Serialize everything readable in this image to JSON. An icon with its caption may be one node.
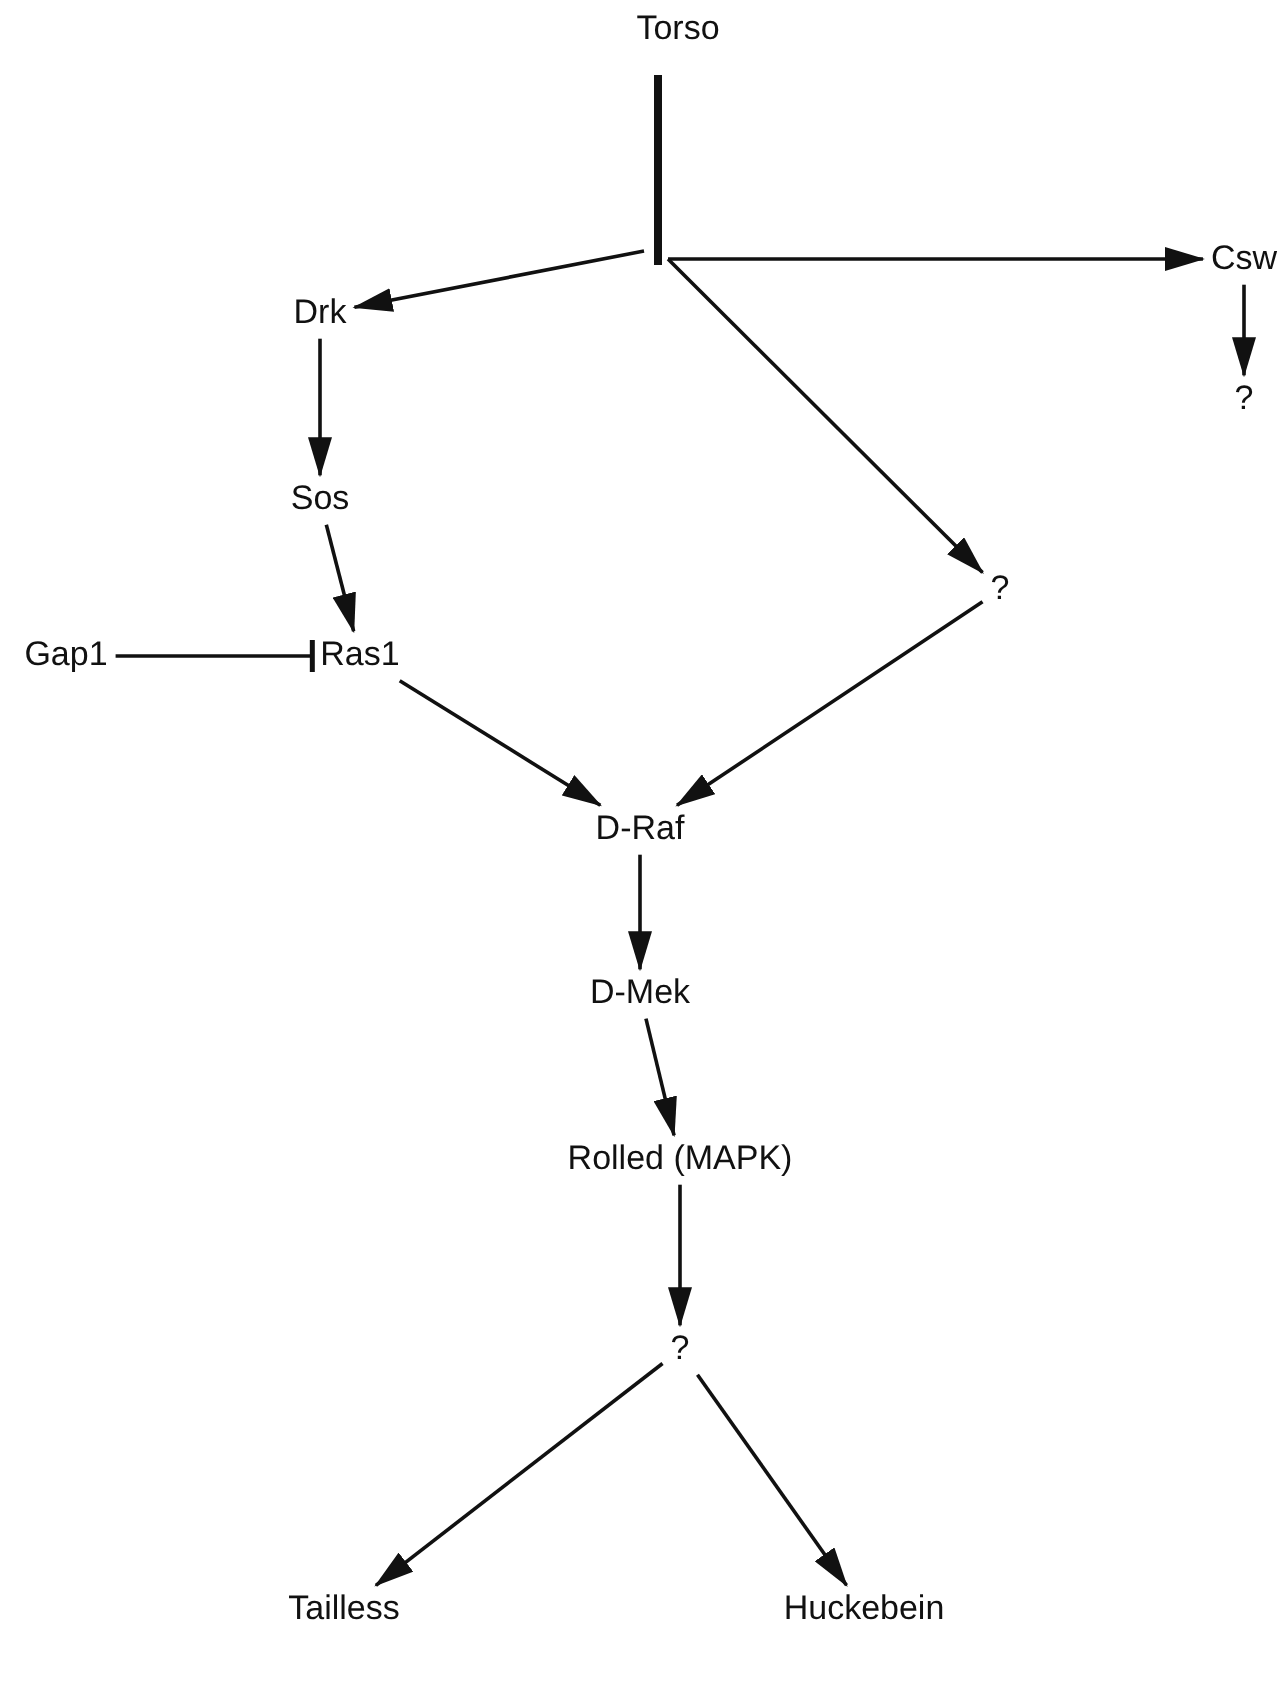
{
  "diagram": {
    "nodes": [
      {
        "text": [
          "Torso"
        ]
      },
      {
        "text": [],
        "shape": "bar"
      },
      {
        "text": [
          "Drk"
        ]
      },
      {
        "text": [
          "Csw"
        ]
      },
      {
        "text": [
          "?"
        ]
      },
      {
        "text": [
          "Sos"
        ]
      },
      {
        "text": [
          "?"
        ]
      },
      {
        "text": [
          "Gap1"
        ]
      },
      {
        "text": [
          "Ras1"
        ]
      },
      {
        "text": [
          "D-Raf"
        ]
      },
      {
        "text": [
          "D-Mek"
        ]
      },
      {
        "text": [
          "Rolled (MAPK)"
        ]
      },
      {
        "text": [
          "?"
        ]
      },
      {
        "text": [
          "Tailless"
        ]
      },
      {
        "text": [
          "Huckebein"
        ]
      }
    ],
    "edges": [
      {
        "from": 1,
        "to": 2,
        "arrow": "to"
      },
      {
        "from": 1,
        "to": 3,
        "arrow": "to"
      },
      {
        "from": 1,
        "to": 6,
        "arrow": "to"
      },
      {
        "from": 3,
        "to": 4,
        "arrow": "to"
      },
      {
        "from": 2,
        "to": 5,
        "arrow": "to"
      },
      {
        "from": 5,
        "to": 8,
        "arrow": "to"
      },
      {
        "from": 7,
        "to": 8,
        "arrow": "other"
      },
      {
        "from": 8,
        "to": 9,
        "arrow": "to"
      },
      {
        "from": 6,
        "to": 9,
        "arrow": "to"
      },
      {
        "from": 9,
        "to": 10,
        "arrow": "to"
      },
      {
        "from": 10,
        "to": 11,
        "arrow": "to"
      },
      {
        "from": 11,
        "to": 12,
        "arrow": "to"
      },
      {
        "from": 12,
        "to": 13,
        "arrow": "to"
      },
      {
        "from": 12,
        "to": 14,
        "arrow": "to"
      }
    ]
  }
}
